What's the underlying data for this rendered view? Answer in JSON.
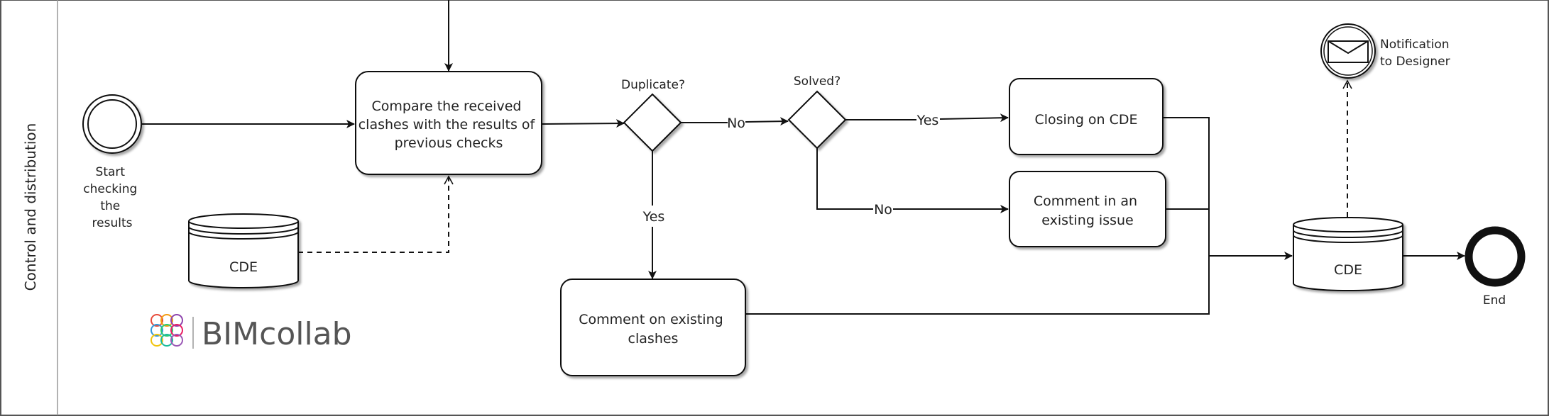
{
  "lane": {
    "title": "Control and distribution"
  },
  "events": {
    "start_label": [
      "Start",
      "checking",
      "the",
      "results"
    ],
    "end_label": "End",
    "notification_label": [
      "Notification",
      "to Designer"
    ]
  },
  "tasks": {
    "compare": [
      "Compare the received",
      "clashes with the results of",
      "previous checks"
    ],
    "closing": [
      "Closing on CDE"
    ],
    "comment_issue": [
      "Comment in an",
      "existing issue"
    ],
    "comment_clashes": [
      "Comment on existing",
      "clashes"
    ]
  },
  "gateways": {
    "duplicate": "Duplicate?",
    "solved": "Solved?"
  },
  "edge_labels": {
    "no_duplicate": "No",
    "yes_duplicate": "Yes",
    "yes_solved": "Yes",
    "no_solved": "No"
  },
  "data_stores": {
    "left": "CDE",
    "right": "CDE"
  },
  "logo": {
    "text": "BIMcollab",
    "ring_colors": [
      "#e74c3c",
      "#f39c12",
      "#8e44ad",
      "#3498db",
      "#2ecc71",
      "#e91e63",
      "#f1c40f",
      "#1abc9c",
      "#9b59b6"
    ]
  }
}
